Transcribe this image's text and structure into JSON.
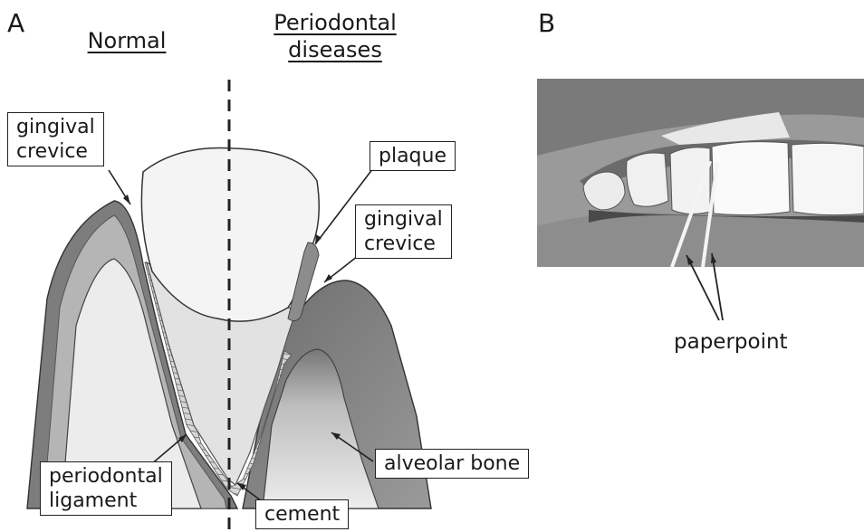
{
  "panel_a": {
    "letter": "A",
    "heading_normal": "Normal",
    "heading_disease_line1": "Periodontal",
    "heading_disease_line2": "diseases",
    "labels": {
      "gingival_crevice_left_1": "gingival",
      "gingival_crevice_left_2": "crevice",
      "plaque": "plaque",
      "gingival_crevice_right_1": "gingival",
      "gingival_crevice_right_2": "crevice",
      "alveolar_bone": "alveolar bone",
      "periodontal_ligament_1": "periodontal",
      "periodontal_ligament_2": "ligament",
      "cement": "cement"
    }
  },
  "panel_b": {
    "letter": "B",
    "label": "paperpoint"
  },
  "colors": {
    "gum_dark": "#7d7d7d",
    "gum_light": "#b5b5b5",
    "bone": "#ececec",
    "tooth": "#f4f4f4",
    "plaque": "#8c8c8c"
  }
}
